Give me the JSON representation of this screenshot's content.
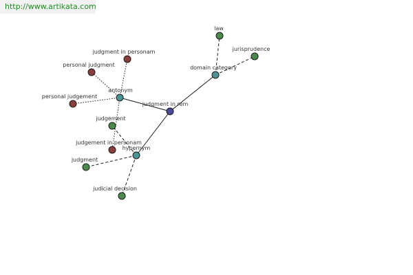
{
  "url_banner": {
    "text": "http://www.artikata.com"
  },
  "colors": {
    "center": "#4a4a9a",
    "relation": "#4f9292",
    "related_green": "#4c8a4c",
    "related_red": "#8a3e3e",
    "edge": "#1a1a1a",
    "url_text": "#1e8e1e"
  },
  "nodes": [
    {
      "id": "judgment-in-rem",
      "label": "judgment in rem",
      "kind": "center"
    },
    {
      "id": "domain-category",
      "label": "domain category",
      "kind": "relation"
    },
    {
      "id": "law",
      "label": "law",
      "kind": "related_green"
    },
    {
      "id": "jurisprudence",
      "label": "jurisprudence",
      "kind": "related_green"
    },
    {
      "id": "antonym",
      "label": "antonym",
      "kind": "relation"
    },
    {
      "id": "judgment-in-personam",
      "label": "judgment in personam",
      "kind": "related_red"
    },
    {
      "id": "personal-judgment",
      "label": "personal judgment",
      "kind": "related_red"
    },
    {
      "id": "personal-judgement",
      "label": "personal judgement",
      "kind": "related_red"
    },
    {
      "id": "judgement-in-personam",
      "label": "judgement in personam",
      "kind": "related_red"
    },
    {
      "id": "hypernym",
      "label": "hypernym",
      "kind": "relation"
    },
    {
      "id": "judgement",
      "label": "judgement",
      "kind": "related_green"
    },
    {
      "id": "judgment",
      "label": "judgment",
      "kind": "related_green"
    },
    {
      "id": "judicial-decision",
      "label": "judicial decision",
      "kind": "related_green"
    }
  ],
  "edges": [
    {
      "from": "judgment-in-rem",
      "to": "domain-category",
      "style": "solid"
    },
    {
      "from": "judgment-in-rem",
      "to": "antonym",
      "style": "solid"
    },
    {
      "from": "judgment-in-rem",
      "to": "hypernym",
      "style": "solid"
    },
    {
      "from": "domain-category",
      "to": "law",
      "style": "dashed"
    },
    {
      "from": "domain-category",
      "to": "jurisprudence",
      "style": "dashed"
    },
    {
      "from": "antonym",
      "to": "judgment-in-personam",
      "style": "dotted"
    },
    {
      "from": "antonym",
      "to": "personal-judgment",
      "style": "dotted"
    },
    {
      "from": "antonym",
      "to": "personal-judgement",
      "style": "dotted"
    },
    {
      "from": "antonym",
      "to": "judgement-in-personam",
      "style": "dotted"
    },
    {
      "from": "hypernym",
      "to": "judgement",
      "style": "dashed"
    },
    {
      "from": "hypernym",
      "to": "judgment",
      "style": "dashed"
    },
    {
      "from": "hypernym",
      "to": "judicial-decision",
      "style": "dashed"
    }
  ]
}
